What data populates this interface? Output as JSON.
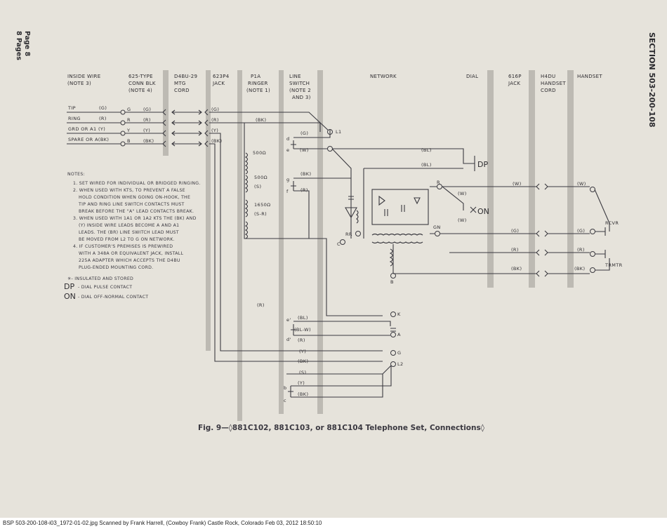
{
  "section": "SECTION 503-200-108",
  "page": {
    "page_label": "Page 8",
    "pages_label": "8 Pages"
  },
  "headers": {
    "inside_wire": [
      "INSIDE WIRE",
      "(NOTE 3)"
    ],
    "conn_blk": [
      "625-TYPE",
      "CONN BLK",
      "(NOTE 4)"
    ],
    "mtg_cord": [
      "D4BU-29",
      "MTG",
      "CORD"
    ],
    "jack_623": [
      "623P4",
      "JACK"
    ],
    "ringer": [
      "P1A",
      "RINGER",
      "(NOTE 1)"
    ],
    "line_switch": [
      "LINE",
      "SWITCH",
      "(NOTE 2",
      "AND 3)"
    ],
    "network": "NETWORK",
    "dial": "DIAL",
    "jack_616": [
      "616P",
      "JACK"
    ],
    "handset_cord": [
      "H4DU",
      "HANDSET",
      "CORD"
    ],
    "handset": "HANDSET"
  },
  "wires": {
    "tip": "TIP",
    "tip_code": "(G)",
    "ring": "RING",
    "ring_code": "(R)",
    "grd": "GRD OR A1 (Y)",
    "spare": "SPARE OR A(BK)"
  },
  "labels": {
    "g": "G",
    "r": "R",
    "y": "Y",
    "b": "B",
    "pg": "(G)",
    "pr": "(R)",
    "py": "(Y)",
    "pbk": "(BK)",
    "pbl": "(BL)",
    "pw": "(W)",
    "pblw": "(BL-W)",
    "l1": "L1",
    "l2": "L2",
    "k": "K",
    "a": "A",
    "d": "d",
    "e": "e",
    "f": "f",
    "gg": "g",
    "dp": "DP",
    "on": "ON",
    "gn": "GN",
    "rr": "RR",
    "cc": "C",
    "bb": "B",
    "rr_term": "R",
    "d2": "d'",
    "e2": "e'",
    "b2": "b",
    "c2": "c",
    "r500a": "500Ω",
    "r500b": "500Ω",
    "s": "(S)",
    "r1650": "1650Ω",
    "sr": "(S-R)",
    "rcvr": "RCVR",
    "trmtr": "TRMTR"
  },
  "notes": {
    "title": "NOTES:",
    "lines": [
      "1. SET WIRED FOR INDIVIDUAL OR BRIDGED RINGING.",
      "2. WHEN USED WITH KTS, TO PREVENT A FALSE",
      "HOLD CONDITION WHEN GOING ON-HOOK, THE",
      "TIP AND RING LINE SWITCH CONTACTS MUST",
      "BREAK BEFORE THE \"A\" LEAD CONTACTS BREAK.",
      "3. WHEN USED WITH 1A1 OR 1A2 KTS THE (BK) AND",
      "(Y) INSIDE WIRE LEADS BECOME A AND A1",
      "LEADS. THE (BR) LINE SWITCH LEAD MUST",
      "BE MOVED FROM L2 TO G ON NETWORK.",
      "4. IF CUSTOMER'S PREMISES IS PREWIRED",
      "WITH A 348A OR EQUIVALENT JACK, INSTALL",
      "225A ADAPTER WHICH ACCEPTS THE D4BU",
      "PLUG-ENDED MOUNTING CORD."
    ],
    "legend_star": "✳- INSULATED AND STORED",
    "legend_dp_key": "DP",
    "legend_dp": "- DIAL PULSE CONTACT",
    "legend_on_key": "ON",
    "legend_on": "- DIAL OFF-NORMAL CONTACT"
  },
  "caption": "Fig. 9—◊881C102, 881C103, or 881C104 Telephone Set, Connections◊",
  "footer": "BSP 503-200-108-i03_1972-01-02.jpg   Scanned by Frank Harrell, (Cowboy Frank) Castle Rock, Colorado   Feb 03, 2012  18:50:10"
}
